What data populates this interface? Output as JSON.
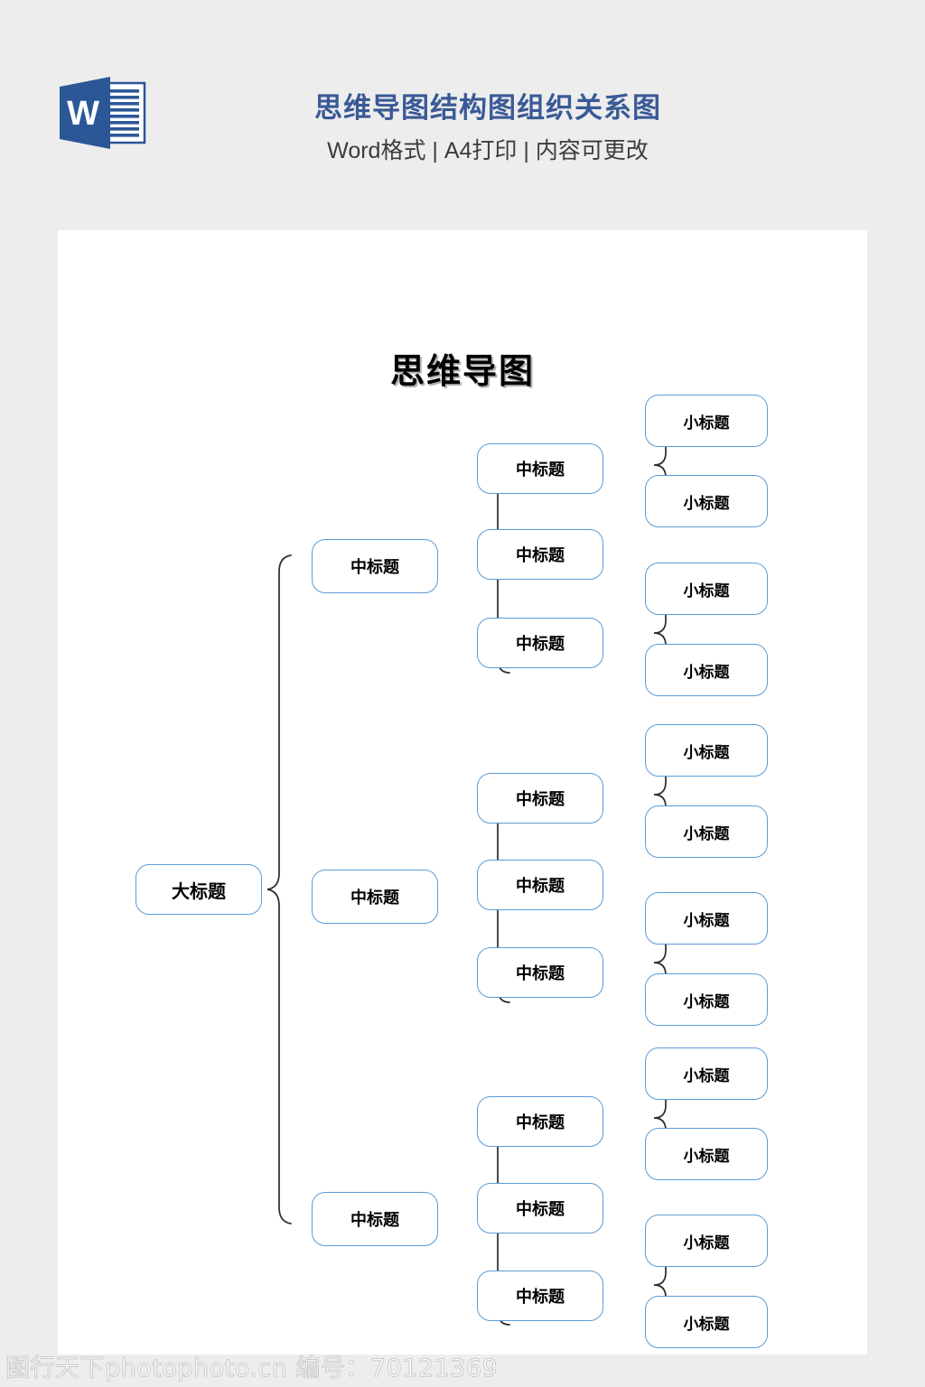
{
  "header": {
    "logo_icon": "word-document-icon",
    "logo_letter": "W",
    "title": "思维导图结构图组织关系图",
    "subtitle": "Word格式 | A4打印 | 内容可更改",
    "title_color": "#3A5A96",
    "logo_color": "#2B5797"
  },
  "page": {
    "background": "#ffffff",
    "canvas_background": "#ededed"
  },
  "diagram": {
    "title": "思维导图",
    "node_border_color": "#5B9BD5",
    "brace_color": "#2b2b2b",
    "root": {
      "label": "大标题"
    },
    "branches": [
      {
        "label": "中标题",
        "children": [
          {
            "label": "中标题",
            "leaves": [
              {
                "label": "小标题"
              },
              {
                "label": "小标题"
              }
            ]
          },
          {
            "label": "中标题",
            "leaves": []
          },
          {
            "label": "中标题",
            "leaves": [
              {
                "label": "小标题"
              },
              {
                "label": "小标题"
              }
            ]
          }
        ],
        "leaf_groups": [
          [
            {
              "label": "小标题"
            },
            {
              "label": "小标题"
            }
          ],
          [
            {
              "label": "小标题"
            },
            {
              "label": "小标题"
            }
          ]
        ]
      },
      {
        "label": "中标题",
        "children": [
          {
            "label": "中标题"
          },
          {
            "label": "中标题"
          },
          {
            "label": "中标题"
          }
        ],
        "leaf_groups": [
          [
            {
              "label": "小标题"
            },
            {
              "label": "小标题"
            }
          ],
          [
            {
              "label": "小标题"
            },
            {
              "label": "小标题"
            }
          ]
        ]
      },
      {
        "label": "中标题",
        "children": [
          {
            "label": "中标题"
          },
          {
            "label": "中标题"
          },
          {
            "label": "中标题"
          }
        ],
        "leaf_groups": [
          [
            {
              "label": "小标题"
            },
            {
              "label": "小标题"
            }
          ],
          [
            {
              "label": "小标题"
            },
            {
              "label": "小标题"
            }
          ]
        ]
      }
    ]
  },
  "footer": {
    "watermark": "图行天下photophoto.cn 编号：70121369"
  }
}
